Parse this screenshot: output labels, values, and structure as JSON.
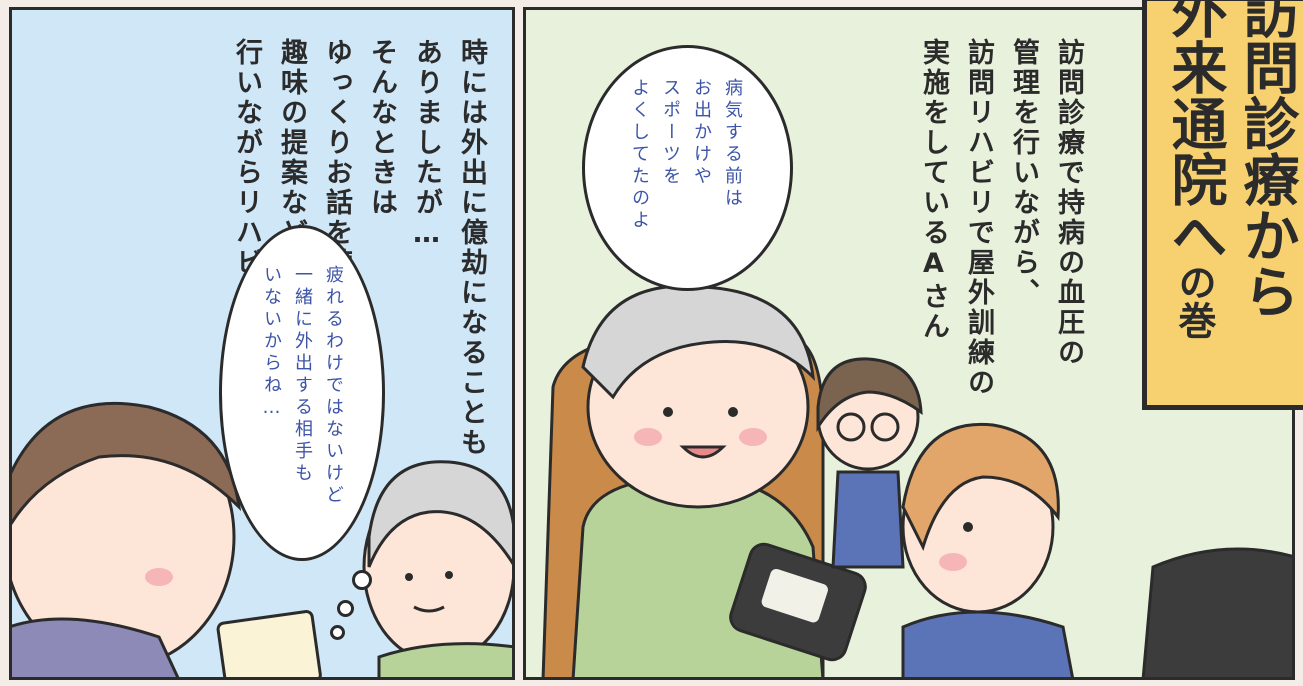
{
  "panels": {
    "left": {
      "narration": [
        "時には外出に億劫になることも",
        "ありましたが…",
        "そんなときは",
        "ゆっくりお話を聴いたり",
        "趣味の提案などを",
        "行いながらリハビリを続け…"
      ],
      "speech": [
        "疲れるわけではないけど",
        "一緒に外出する相手も",
        "いないからね…"
      ]
    },
    "right": {
      "narration": [
        "訪問診療で持病の血圧の",
        "管理を行いながら、",
        "訪問リハビリで屋外訓練の",
        "実施をしているAさん"
      ],
      "speech": [
        "病気する前は",
        "お出かけや",
        "スポーツを",
        "よくしてたのよ"
      ]
    }
  },
  "title": {
    "line1": "訪問診療から",
    "line2_main": "外来通院へ",
    "line2_suffix": "の巻"
  },
  "colors": {
    "left_bg": "#cfe7f7",
    "right_bg": "#e8f1dc",
    "title_bg": "#f7d170",
    "speech_text": "#3d55a8"
  }
}
